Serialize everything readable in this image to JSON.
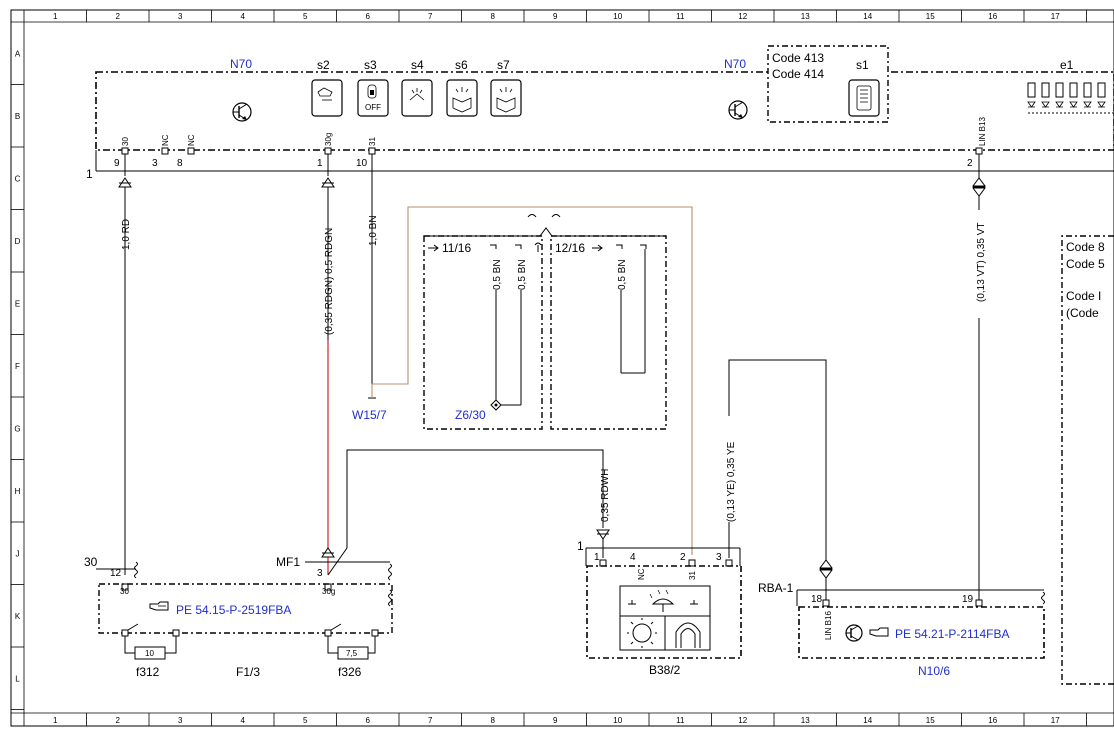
{
  "frame": {
    "columns": [
      "1",
      "2",
      "3",
      "4",
      "5",
      "6",
      "7",
      "8",
      "9",
      "10",
      "11",
      "12",
      "13",
      "14",
      "15",
      "16",
      "17"
    ],
    "rows": [
      "A",
      "B",
      "C",
      "D",
      "E",
      "F",
      "G",
      "H",
      "J",
      "K",
      "L"
    ]
  },
  "modules": {
    "n70_left": "N70",
    "n70_right": "N70",
    "code_413": "Code 413",
    "code_414": "Code 414",
    "s1": "s1",
    "e1": "e1",
    "switches": [
      "s2",
      "s3",
      "s4",
      "s6",
      "s7"
    ],
    "off_text": "OFF",
    "right_box_lines": [
      "Code 8",
      "Code 5",
      "Code I",
      "(Code"
    ]
  },
  "pins_top": {
    "pin30": "30",
    "nc1": "NC",
    "nc2": "NC",
    "pin30g": "30g",
    "pin31": "31",
    "lin_b13": "LIN B13",
    "n9": "9",
    "n3": "3",
    "n8": "8",
    "n1": "1",
    "n10": "10",
    "n2": "2",
    "node_c": "1"
  },
  "wires": {
    "w1": "1,0 RD",
    "w2": "(0,35 RDGN) 0,5 RDGN",
    "w3": "1,0 BN",
    "w4": "0,5 BN",
    "w5": "0,5 BN",
    "w6": "0,5 BN",
    "w7": "(0,13 VT) 0,35 VT",
    "w8": "0,35 RDWH",
    "w9": "(0,13 YE) 0,35 YE"
  },
  "connectors": {
    "ref_11_16": "11/16",
    "ref_12_16": "12/16",
    "w15_7": "W15/7",
    "z6_30": "Z6/30"
  },
  "fuse_box": {
    "label_30": "30",
    "label_mf1": "MF1",
    "pin12": "12",
    "pin3": "3",
    "pin30": "30",
    "pin30g": "30g",
    "ref": "PE 54.15-P-2519FBA",
    "fuse_10": "10",
    "fuse_75": "7,5",
    "f312": "f312",
    "f13": "F1/3",
    "f326": "f326"
  },
  "sensor": {
    "node_1": "1",
    "pins": [
      "1",
      "4",
      "2",
      "3"
    ],
    "nc": "NC",
    "p31": "31",
    "name": "B38/2"
  },
  "lin_module": {
    "rba": "RBA-1",
    "pin18": "18",
    "pin19": "19",
    "lin_b16": "LIN B16",
    "ref": "PE 54.21-P-2114FBA",
    "name": "N10/6"
  }
}
